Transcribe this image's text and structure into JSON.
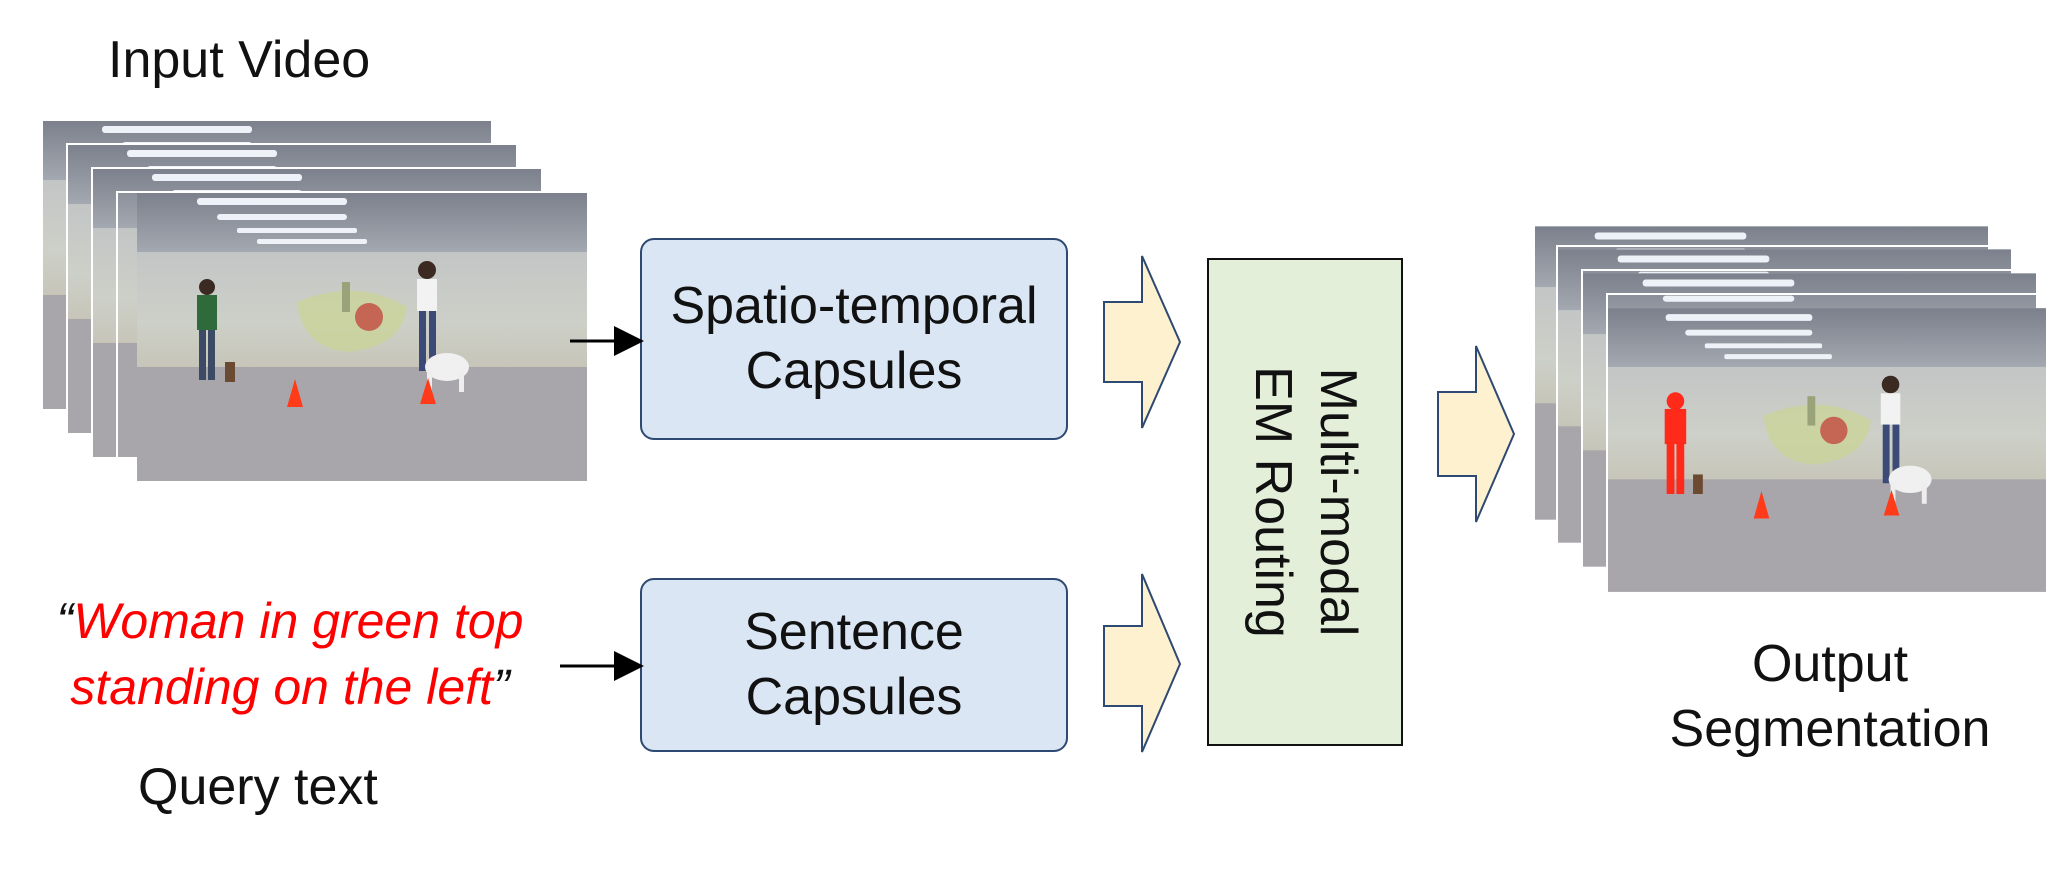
{
  "input_video": {
    "label": "Input Video"
  },
  "query": {
    "open_quote": "“",
    "line1": "Woman in green top",
    "line2": "standing on the left",
    "close_quote": "”",
    "caption": "Query text"
  },
  "capsules": {
    "spatio_line1": "Spatio-temporal",
    "spatio_line2": "Capsules",
    "sentence_line1": "Sentence",
    "sentence_line2": "Capsules"
  },
  "routing": {
    "line1": "Multi-modal",
    "line2": "EM Routing"
  },
  "output": {
    "line1": "Output",
    "line2": "Segmentation"
  },
  "colors": {
    "capsule_fill": "#dae6f3",
    "routing_fill": "#e3efd8",
    "arrow_fill": "#fdf1d0",
    "query_highlight": "#ff0000",
    "segmentation_mask": "#ff2a1a"
  }
}
